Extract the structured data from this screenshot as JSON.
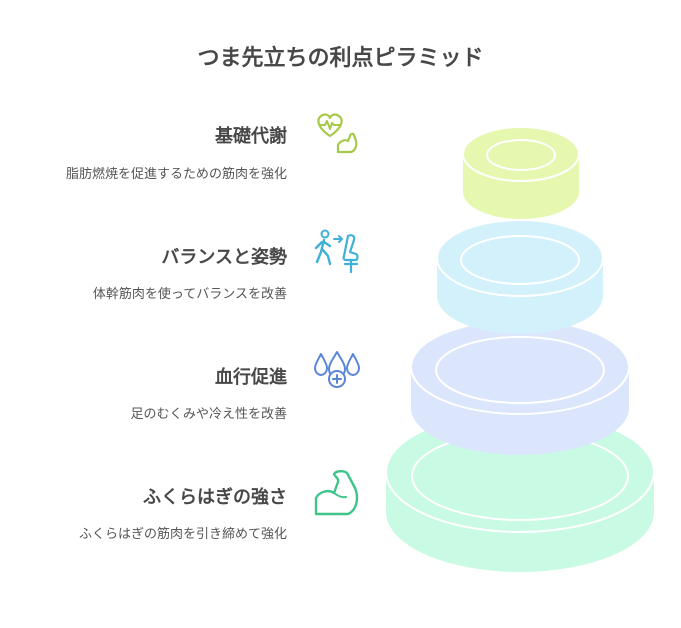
{
  "title": "つま先立ちの利点ピラミッド",
  "items": [
    {
      "title": "基礎代謝",
      "description": "脂肪燃焼を促進するための筋肉を強化",
      "icon": "heart-arm-icon",
      "color": "#a6c94a"
    },
    {
      "title": "バランスと姿勢",
      "description": "体幹筋肉を使ってバランスを改善",
      "icon": "walking-posture-icon",
      "color": "#3fb0d6"
    },
    {
      "title": "血行促進",
      "description": "足のむくみや冷え性を改善",
      "icon": "water-drops-plus-icon",
      "color": "#5b86d8"
    },
    {
      "title": "ふくらはぎの強さ",
      "description": "ふくらはぎの筋肉を引き締めて強化",
      "icon": "flexed-arm-icon",
      "color": "#3fc48a"
    }
  ],
  "colors": {
    "tier1": "#e6f8b0",
    "tier2": "#d2f1fb",
    "tier3": "#dbe6fc",
    "tier4": "#c9fae3"
  }
}
